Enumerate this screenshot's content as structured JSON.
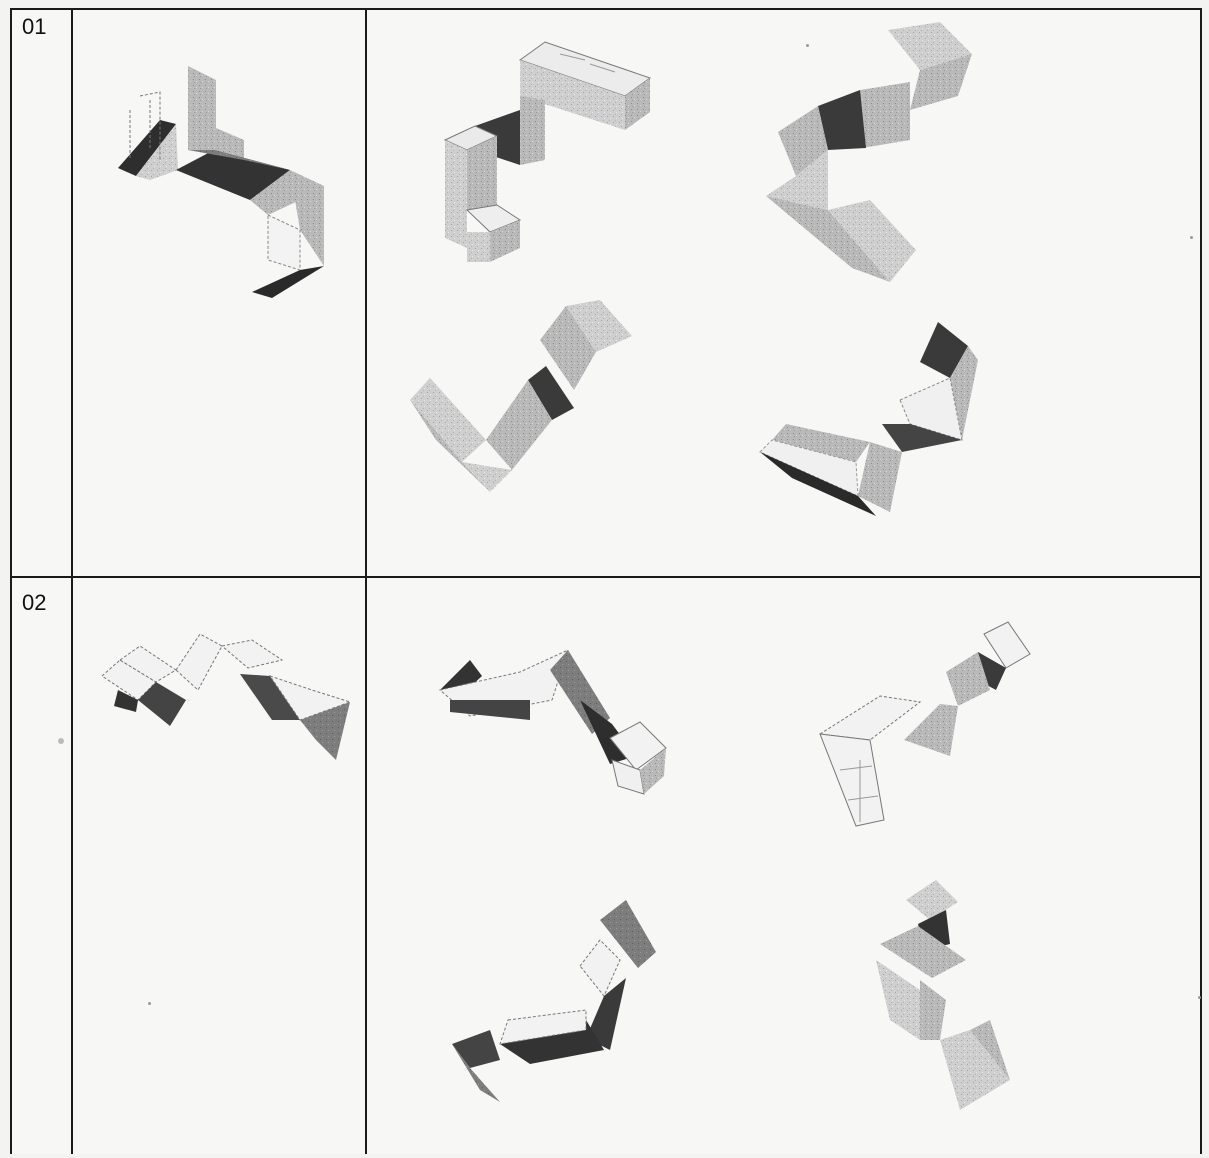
{
  "rows": [
    {
      "number": "01"
    },
    {
      "number": "02"
    }
  ],
  "figures": [
    "shaded-block-figure",
    "cube-chain-figure"
  ]
}
